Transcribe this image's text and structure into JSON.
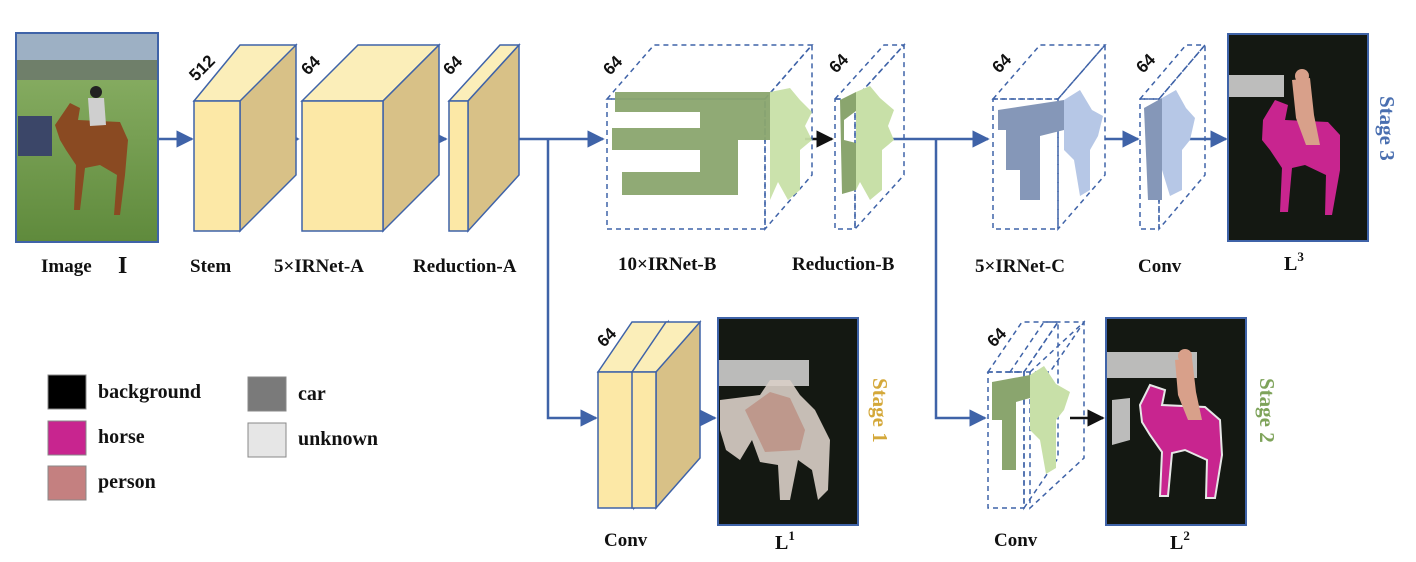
{
  "input_label": {
    "text": "Image",
    "symbol": "I"
  },
  "blocks": {
    "stem": {
      "label": "Stem",
      "channels": "512"
    },
    "irnet_a": {
      "label": "5×IRNet-A",
      "channels": "64"
    },
    "reduction_a": {
      "label": "Reduction-A",
      "channels": "64"
    },
    "irnet_b": {
      "label": "10×IRNet-B",
      "channels": "64"
    },
    "reduction_b": {
      "label": "Reduction-B",
      "channels": "64"
    },
    "irnet_c": {
      "label": "5×IRNet-C",
      "channels": "64"
    },
    "conv3": {
      "label": "Conv",
      "channels": "64"
    },
    "conv1": {
      "label": "Conv",
      "channels": "64"
    },
    "conv2": {
      "label": "Conv",
      "channels": "64"
    }
  },
  "outputs": {
    "l3": {
      "base": "L",
      "sup": "3"
    },
    "l1": {
      "base": "L",
      "sup": "1"
    },
    "l2": {
      "base": "L",
      "sup": "2"
    }
  },
  "stages": {
    "stage3": {
      "text": "Stage 3",
      "color": "#4a6fb0"
    },
    "stage1": {
      "text": "Stage 1",
      "color": "#d4a83a"
    },
    "stage2": {
      "text": "Stage 2",
      "color": "#7ea35a"
    }
  },
  "legend": [
    {
      "label": "background",
      "color": "#000000"
    },
    {
      "label": "horse",
      "color": "#c8258f"
    },
    {
      "label": "person",
      "color": "#c48080"
    },
    {
      "label": "car",
      "color": "#7a7a7a"
    },
    {
      "label": "unknown",
      "color": "#e6e6e6"
    }
  ],
  "colors": {
    "arrow": "#3f63a8",
    "block_front": "#fce8a6",
    "block_side": "#d8c187",
    "block_top": "#fbeeb9",
    "block_stroke": "#3f63a8",
    "feature_green": "#8aa56e",
    "feature_green_light": "#c8e0a8",
    "feature_blue": "#8597b8",
    "feature_blue_light": "#b6c7e6"
  }
}
